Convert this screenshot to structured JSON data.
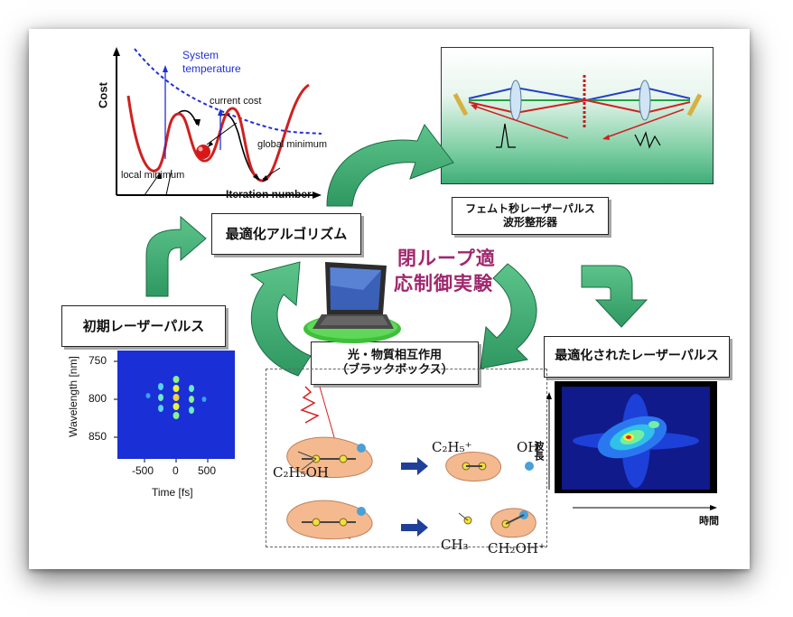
{
  "cost_plot": {
    "ylabel": "Cost",
    "xlabel": "Iteration number",
    "system_temperature": [
      "System",
      "temperature"
    ],
    "current_cost": "current cost",
    "global_minimum": "global minimum",
    "local_minimum": "local minimum"
  },
  "boxes": {
    "algorithm": "最適化アルゴリズム",
    "shaper": [
      "フェムト秒レーザーパルス",
      "波形整形器"
    ],
    "initial": "初期レーザーパルス",
    "interaction": [
      "光・物質相互作用",
      "（ブラックボックス）"
    ],
    "optimized": "最適化されたレーザーパルス"
  },
  "loop_title": [
    "閉ループ適",
    "応制御実験"
  ],
  "spectrogram": {
    "ylabel": "Wavelength [nm]",
    "xlabel": "Time [fs]",
    "yticks": [
      "750",
      "800",
      "850"
    ],
    "xticks": [
      "-500",
      "0",
      "500"
    ]
  },
  "optimized_plot": {
    "ylabel": "波長",
    "xlabel": "時間"
  },
  "molecules": {
    "ethanol": "C₂H₅OH",
    "c2h5_plus": "C₂H₅⁺",
    "oh": "OH",
    "ch3": "CH₃",
    "ch2oh_plus": "CH₂OH⁺"
  },
  "colors": {
    "arrow_green": "#3aa870",
    "loop_text": "#a0286e",
    "molecule_blob": "#f4b98e"
  }
}
